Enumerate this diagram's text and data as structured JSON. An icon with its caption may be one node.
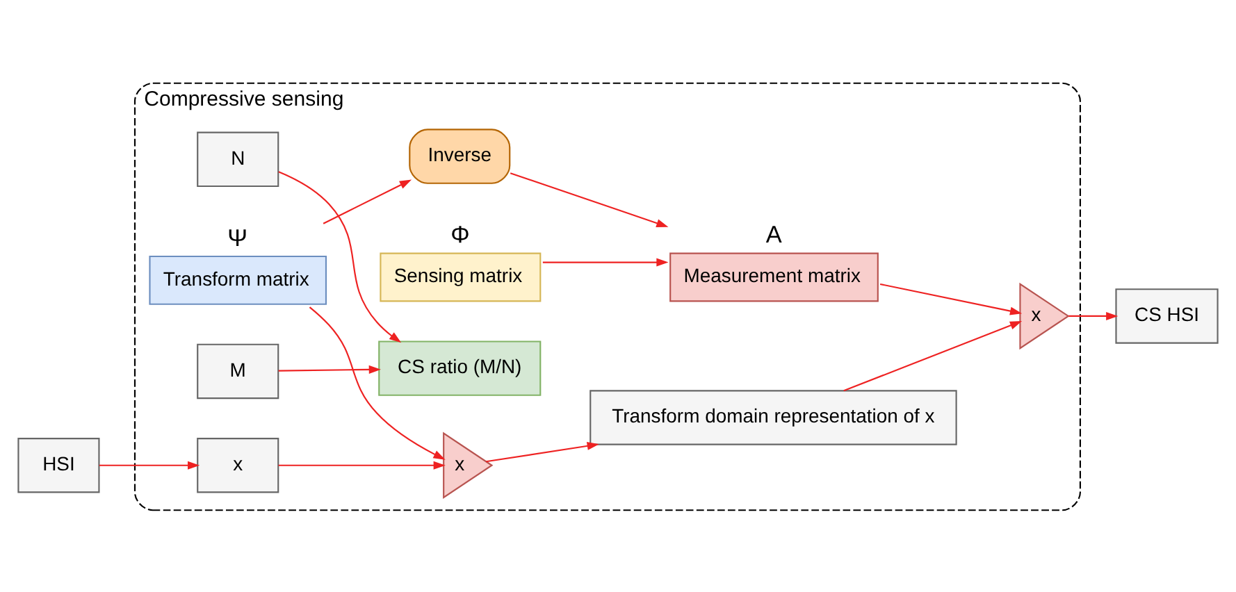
{
  "diagram": {
    "nodes": [
      {
        "text": [
          "Compressive sensing"
        ]
      },
      {
        "text": [
          "Transform matrix"
        ],
        "in": 0,
        "beside": [
          "Ψ"
        ]
      },
      {
        "text": [
          "Sensing matrix"
        ],
        "in": 0,
        "beside": [
          "Φ"
        ]
      },
      {
        "text": [
          "Inverse"
        ],
        "in": 0
      },
      {
        "text": [
          "CS ratio (M/N)"
        ],
        "in": 0
      },
      {
        "text": [
          "M"
        ],
        "in": 0
      },
      {
        "text": [
          "N"
        ],
        "in": 0
      },
      {
        "text": [
          "Measurement matrix"
        ],
        "in": 0,
        "beside": [
          "A"
        ]
      },
      {
        "text": [
          "HSI"
        ]
      },
      {
        "text": [
          "x"
        ],
        "in": 0
      },
      {
        "text": [
          "x"
        ],
        "in": 0
      },
      {
        "text": [
          "Transform domain representation of x"
        ],
        "in": 0
      },
      {
        "text": [
          "x"
        ],
        "in": 0
      },
      {
        "text": [
          "CS HSI"
        ]
      }
    ],
    "edges": [
      {
        "from": 1,
        "to": 3,
        "arrow": "to"
      },
      {
        "from": 5,
        "to": 4,
        "arrow": "to"
      },
      {
        "from": 6,
        "to": 4,
        "arrow": "to"
      },
      {
        "from": 3,
        "to": 7,
        "arrow": "to"
      },
      {
        "from": 2,
        "to": 7,
        "arrow": "to"
      },
      {
        "from": 1,
        "to": 10,
        "arrow": "to"
      },
      {
        "from": 8,
        "to": 9,
        "arrow": "to"
      },
      {
        "from": 9,
        "to": 10,
        "arrow": "to"
      },
      {
        "from": 10,
        "to": 11,
        "arrow": "to"
      },
      {
        "from": 7,
        "to": 12,
        "arrow": "to"
      },
      {
        "from": 11,
        "to": 12,
        "arrow": "to"
      },
      {
        "from": 12,
        "to": 13,
        "arrow": "to"
      }
    ]
  }
}
